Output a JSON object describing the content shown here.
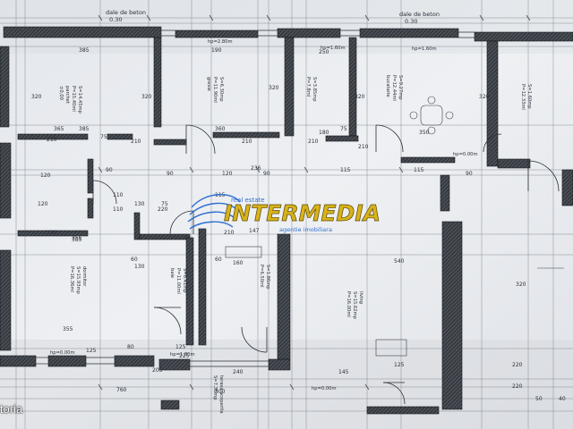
{
  "header_labels": [
    "dale de beton",
    "0.30",
    "dale de beton",
    "0.30"
  ],
  "watermark": {
    "brand": "INTERMEDIA",
    "top": "real estate",
    "bottom": "agentie imobiliara"
  },
  "portal_tag": "toria",
  "dims": [
    "385",
    "385",
    "385",
    "320",
    "320",
    "320",
    "320",
    "320",
    "320",
    "365",
    "190",
    "250",
    "360",
    "180",
    "350",
    "540",
    "115",
    "115",
    "115",
    "75",
    "75",
    "75",
    "210",
    "210",
    "210",
    "210",
    "210",
    "90",
    "90",
    "90",
    "90",
    "236",
    "120",
    "120",
    "120",
    "130",
    "130",
    "110",
    "110",
    "210",
    "220",
    "220",
    "355",
    "355",
    "240",
    "160",
    "60",
    "60",
    "147",
    "225",
    "125",
    "125",
    "125",
    "300",
    "145",
    "205",
    "220",
    "220",
    "50",
    "40",
    "80",
    "760"
  ],
  "room_texts": [
    "S=14.45mp",
    "P=15.40ml",
    "parchet",
    "±0,00",
    "hp=2.80m",
    "hp=1.60m",
    "hp=1.60m",
    "S=6.30mp",
    "P=11.90ml",
    "gresie",
    "S=3.85mp",
    "P=7.8ml",
    "S=9.27mp",
    "P=12.44ml",
    "bucatarie",
    "S=1.60mp",
    "P=12.33ml",
    "S=15.93mp",
    "P=16.36ml",
    "dormitor",
    "S=6.41mp",
    "P=11.00ml",
    "baie",
    "S=1.86mp",
    "P=6.50ml",
    "S=15.62mp",
    "P=16.00ml",
    "living",
    "hp=0.00m",
    "hp=0.00m",
    "hp=1.80m",
    "hp=0.00m",
    "terasa acoperita",
    "S=7.36mp"
  ]
}
